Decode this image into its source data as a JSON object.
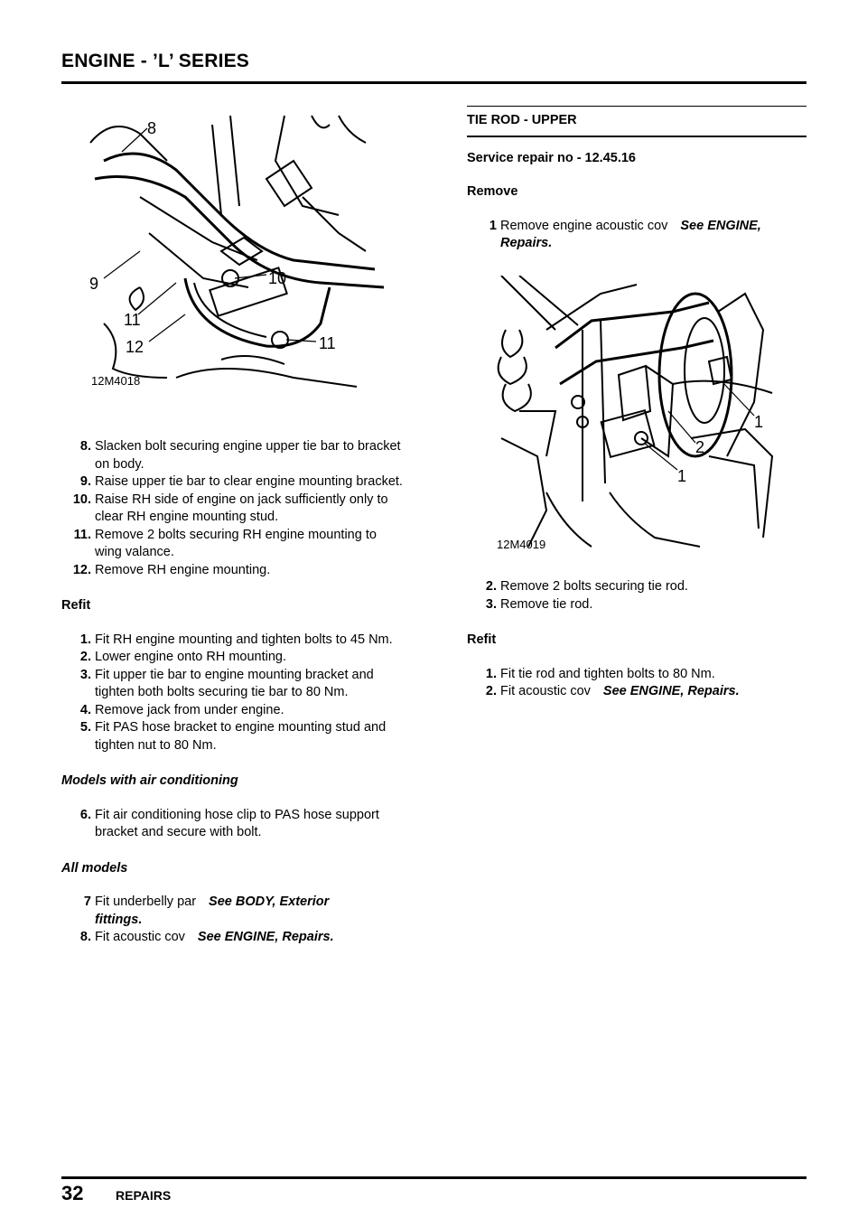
{
  "header": {
    "title": "ENGINE - ’L’ SERIES"
  },
  "footer": {
    "page_number": "32",
    "section": "REPAIRS"
  },
  "figure_left": {
    "ref": "12M4018",
    "callouts": [
      "8",
      "9",
      "10",
      "11",
      "11",
      "12"
    ]
  },
  "left_column": {
    "remove_steps": [
      {
        "num": "8.",
        "text": "Slacken bolt securing engine upper tie bar to bracket on body."
      },
      {
        "num": "9.",
        "text": "Raise upper tie bar to clear engine mounting bracket."
      },
      {
        "num": "10.",
        "text": "Raise RH side of engine on jack sufficiently only to clear RH engine mounting stud."
      },
      {
        "num": "11.",
        "text": "Remove 2 bolts securing RH engine mounting to wing valance."
      },
      {
        "num": "12.",
        "text": "Remove RH engine mounting."
      }
    ],
    "refit_heading": "Refit",
    "refit_steps": [
      {
        "num": "1.",
        "text": "Fit RH engine mounting and tighten bolts to 45 Nm."
      },
      {
        "num": "2.",
        "text": "Lower engine onto RH mounting."
      },
      {
        "num": "3.",
        "text": "Fit upper tie bar to engine mounting bracket and tighten both bolts securing tie bar to 80 Nm."
      },
      {
        "num": "4.",
        "text": "Remove jack from under engine."
      },
      {
        "num": "5.",
        "text": "Fit PAS hose bracket to engine mounting stud and tighten nut to 80 Nm."
      }
    ],
    "aircon_heading": "Models with air conditioning",
    "aircon_steps": [
      {
        "num": "6.",
        "text": "Fit air conditioning hose clip to PAS hose support bracket and secure with bolt."
      }
    ],
    "all_models_heading": "All models",
    "all_models_steps": [
      {
        "num": "7",
        "text": "Fit underbelly par",
        "ref": "See  BODY, Exterior",
        "ref2": "fittings."
      },
      {
        "num": "8.",
        "text": "Fit acoustic cov",
        "ref": "See  ENGINE, Repairs."
      }
    ]
  },
  "right_column": {
    "section_title": "TIE ROD - UPPER",
    "service_repair": "Service repair no - 12.45.16",
    "remove_heading": "Remove",
    "remove_step1": {
      "num": "1",
      "text": "Remove engine acoustic cov",
      "ref": "See  ENGINE,",
      "ref2": "Repairs."
    },
    "remove_steps": [
      {
        "num": "2.",
        "text": "Remove 2 bolts securing tie rod."
      },
      {
        "num": "3.",
        "text": "Remove tie rod."
      }
    ],
    "refit_heading": "Refit",
    "refit_steps": [
      {
        "num": "1.",
        "text": "Fit tie rod and tighten bolts to 80 Nm."
      },
      {
        "num": "2.",
        "text": "Fit acoustic cov",
        "ref": "See  ENGINE, Repairs."
      }
    ]
  },
  "figure_right": {
    "ref": "12M4019",
    "callouts": [
      "1",
      "2",
      "1"
    ]
  }
}
